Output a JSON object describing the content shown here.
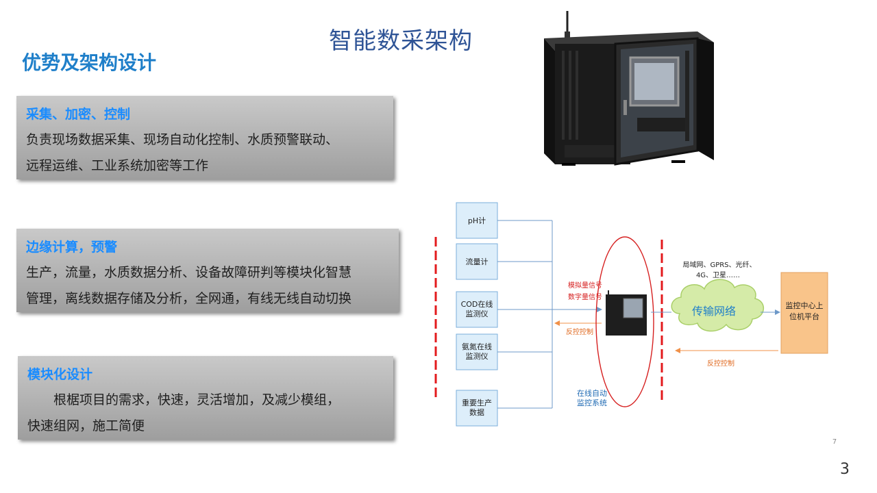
{
  "slide": {
    "title": "智能数采架构",
    "subtitle": "优势及架构设计",
    "page_number": "3"
  },
  "cards": [
    {
      "heading": "采集、加密、控制",
      "lines": [
        "负责现场数据采集、现场自动化控制、水质预警联动、",
        "远程运维、工业系统加密等工作"
      ]
    },
    {
      "heading": "边缘计算，预警",
      "lines": [
        "生产，流量，水质数据分析、设备故障研判等模块化智慧",
        "管理，离线数据存储及分析，全网通，有线无线自动切换"
      ]
    },
    {
      "heading": "模块化设计",
      "lines": [
        "根椐项目的需求，快速，灵活增加，及减少模组，",
        "快速组网，施工简便"
      ]
    }
  ],
  "diagram": {
    "sources": [
      "pH计",
      "流量计",
      "COD在线|监测仪",
      "氨氮在线|监测仪",
      "重要生产|数据"
    ],
    "signal_label_1": "模拟量信号",
    "signal_label_2": "数字量信号",
    "feedback_label": "反控控制",
    "system_label_1": "在线自动",
    "system_label_2": "监控系统",
    "network_types_1": "局域网、GPRS、光纤、",
    "network_types_2": "4G、卫星……",
    "cloud_label": "传输网络",
    "center_label_1": "监控中心上",
    "center_label_2": "位机平台",
    "return_label": "反控控制",
    "small_number": "7"
  },
  "colors": {
    "title": "#2f5496",
    "subtitle": "#1f7fc9",
    "card_heading": "#1a8cff",
    "source_box": "#ddeefa",
    "center_box": "#f9c48a",
    "cloud": "#d5eba8",
    "dash_red": "#e31a1c",
    "signal_red": "#d62020",
    "feedback_orange": "#f0914a"
  }
}
